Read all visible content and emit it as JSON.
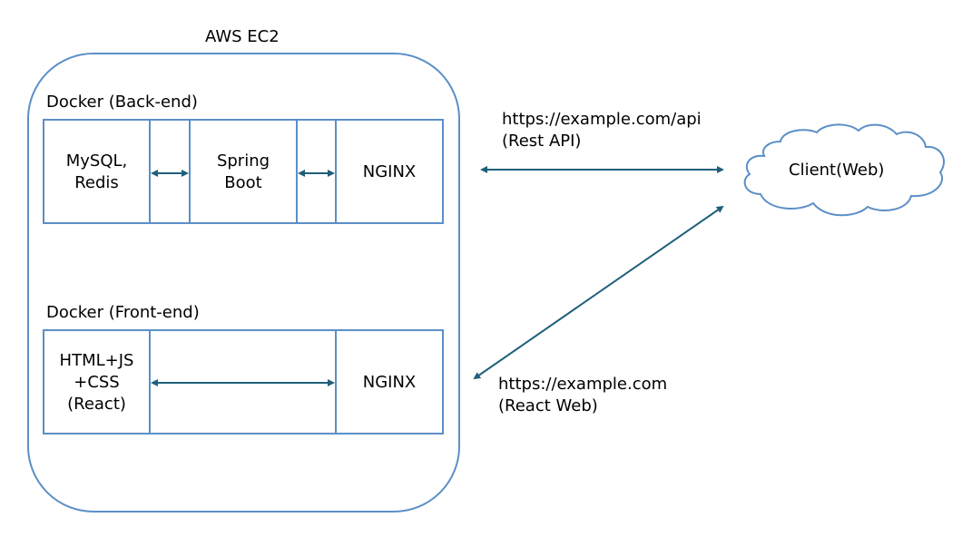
{
  "diagram": {
    "host": {
      "label": "AWS EC2"
    },
    "backend": {
      "label": "Docker (Back-end)",
      "components": [
        {
          "label_lines": [
            "MySQL,",
            "Redis"
          ]
        },
        {
          "label_lines": [
            "Spring",
            "Boot"
          ]
        },
        {
          "label_lines": [
            "NGINX"
          ]
        }
      ]
    },
    "frontend": {
      "label": "Docker (Front-end)",
      "components": [
        {
          "label_lines": [
            "HTML+JS",
            "+CSS",
            "(React)"
          ]
        },
        {
          "label_lines": [
            "NGINX"
          ]
        }
      ]
    },
    "client": {
      "label": "Client(Web)"
    },
    "connections": [
      {
        "name": "api",
        "url": "https://example.com/api",
        "desc": "(Rest API)"
      },
      {
        "name": "web",
        "url": "https://example.com",
        "desc": "(React Web)"
      }
    ],
    "colors": {
      "box_stroke": "#5b8fc7",
      "arrow": "#1f5f7a",
      "text": "#000000"
    }
  }
}
